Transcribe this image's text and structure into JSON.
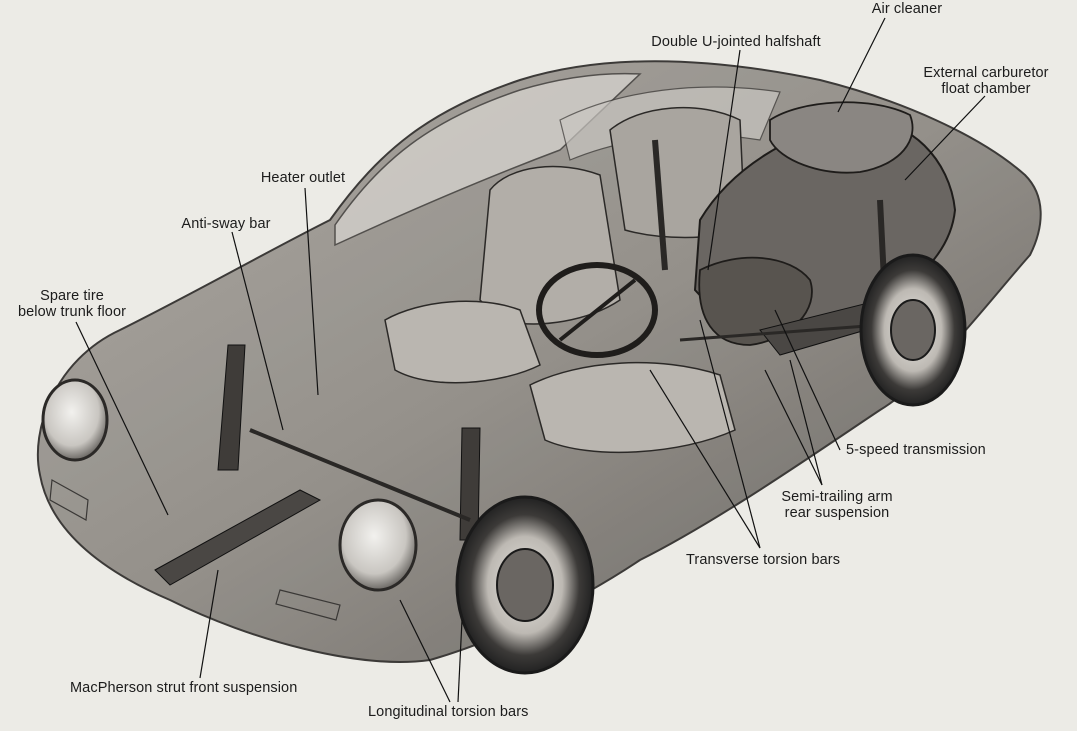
{
  "labels": {
    "air_cleaner": "Air cleaner",
    "double_u_jointed_halfshaft": "Double U-jointed halfshaft",
    "external_carburetor": [
      "External carburetor",
      "float chamber"
    ],
    "heater_outlet": "Heater outlet",
    "anti_sway_bar": "Anti-sway bar",
    "spare_tire": [
      "Spare tire",
      "below trunk floor"
    ],
    "five_speed_transmission": "5-speed transmission",
    "semi_trailing_arm": [
      "Semi-trailing arm",
      "rear suspension"
    ],
    "transverse_torsion_bars": "Transverse torsion bars",
    "macpherson_strut": "MacPherson strut front suspension",
    "longitudinal_torsion_bars": "Longitudinal torsion bars"
  },
  "colors": {
    "paper": "#ecebe6",
    "ink": "#1c1c1c",
    "body_shade": "#8d8983",
    "body_dark": "#4a4744"
  }
}
